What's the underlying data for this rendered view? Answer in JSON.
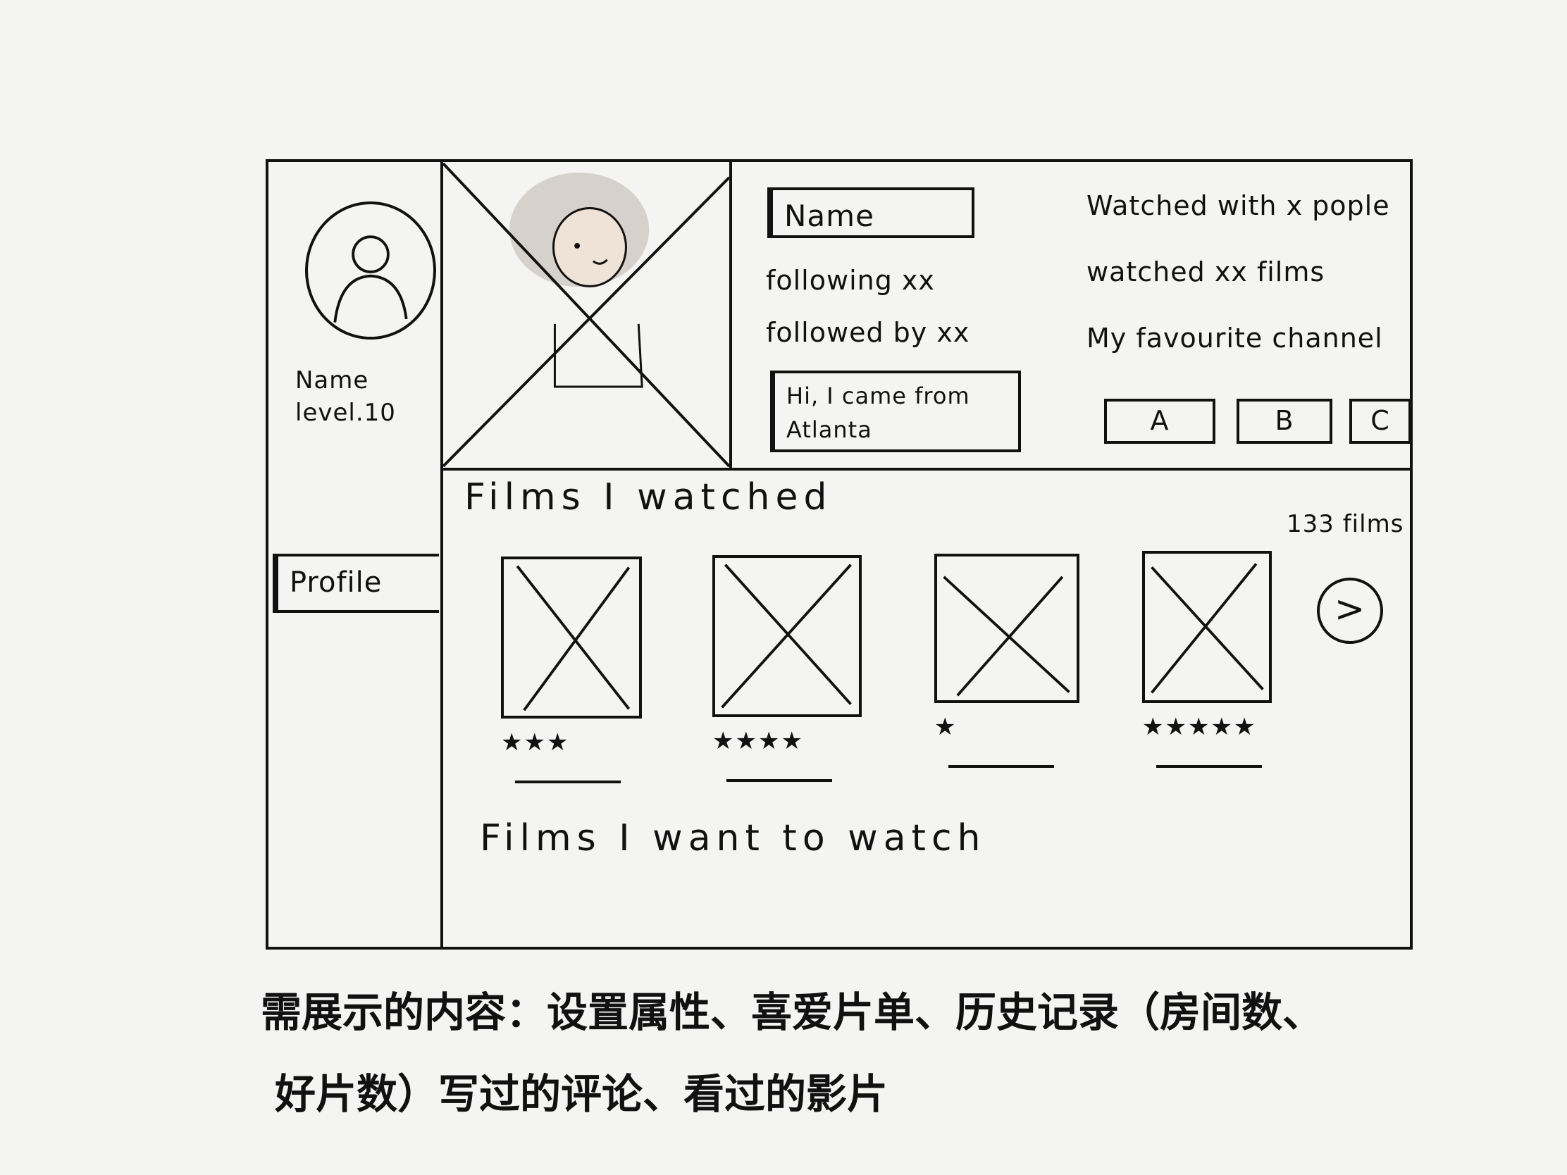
{
  "sidebar": {
    "name": "Name",
    "level": "level.10",
    "profile_label": "Profile"
  },
  "header": {
    "name_label": "Name",
    "following": "following xx",
    "followed_by": "followed by xx",
    "bio": "Hi, I came from Atlanta",
    "watched_with": "Watched with x pople",
    "watched_films": "watched xx films",
    "favourite_channel_label": "My favourite channel",
    "channels": [
      "A",
      "B",
      "C"
    ]
  },
  "films_watched": {
    "title": "Films I watched",
    "count": "133 films",
    "next_glyph": ">",
    "items": [
      {
        "stars": "★★★"
      },
      {
        "stars": "★★★★"
      },
      {
        "stars": "★"
      },
      {
        "stars": "★★★★★"
      }
    ]
  },
  "films_want": {
    "title": "Films I want to watch"
  },
  "note": {
    "line1": "需展示的内容：设置属性、喜爱片单、历史记录（房间数、",
    "line2": "好片数）写过的评论、看过的影片"
  }
}
